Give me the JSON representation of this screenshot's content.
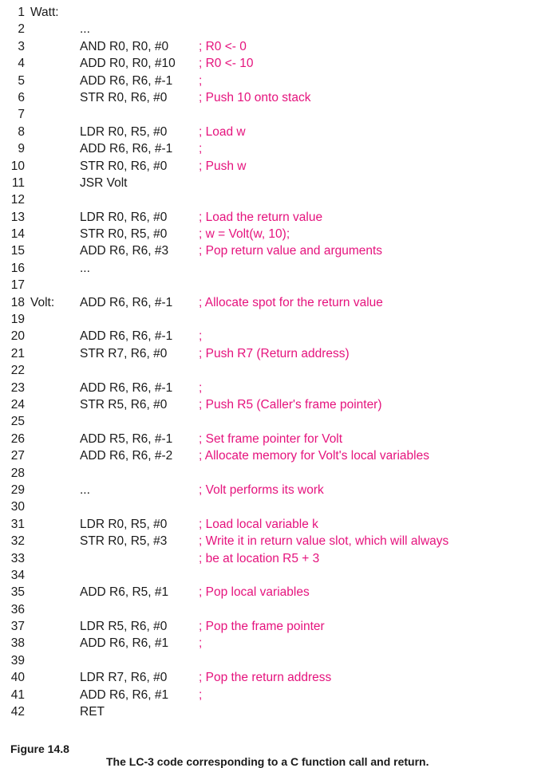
{
  "lines": [
    {
      "num": "1",
      "label": "Watt:",
      "instr": "",
      "comment": ""
    },
    {
      "num": "2",
      "label": "",
      "instr": "...",
      "comment": ""
    },
    {
      "num": "3",
      "label": "",
      "instr": "AND R0, R0, #0",
      "comment": "; R0 <- 0"
    },
    {
      "num": "4",
      "label": "",
      "instr": "ADD R0, R0, #10",
      "comment": "; R0 <- 10"
    },
    {
      "num": "5",
      "label": "",
      "instr": "ADD R6, R6, #-1",
      "comment": ";"
    },
    {
      "num": "6",
      "label": "",
      "instr": "STR R0, R6, #0",
      "comment": "; Push 10 onto stack"
    },
    {
      "num": "7",
      "label": "",
      "instr": "",
      "comment": ""
    },
    {
      "num": "8",
      "label": "",
      "instr": "LDR R0, R5, #0",
      "comment": "; Load w"
    },
    {
      "num": "9",
      "label": "",
      "instr": "ADD R6, R6, #-1",
      "comment": ";"
    },
    {
      "num": "10",
      "label": "",
      "instr": "STR R0, R6, #0",
      "comment": "; Push w"
    },
    {
      "num": "11",
      "label": "",
      "instr": "JSR Volt",
      "comment": ""
    },
    {
      "num": "12",
      "label": "",
      "instr": "",
      "comment": ""
    },
    {
      "num": "13",
      "label": "",
      "instr": "LDR R0, R6, #0",
      "comment": "; Load the return value"
    },
    {
      "num": "14",
      "label": "",
      "instr": "STR R0, R5, #0",
      "comment": "; w = Volt(w, 10);"
    },
    {
      "num": "15",
      "label": "",
      "instr": "ADD R6, R6, #3",
      "comment": "; Pop return value and arguments"
    },
    {
      "num": "16",
      "label": "",
      "instr": "...",
      "comment": ""
    },
    {
      "num": "17",
      "label": "",
      "instr": "",
      "comment": ""
    },
    {
      "num": "18",
      "label": "Volt:",
      "instr": "ADD R6, R6, #-1",
      "comment": "; Allocate spot for the return value"
    },
    {
      "num": "19",
      "label": "",
      "instr": "",
      "comment": ""
    },
    {
      "num": "20",
      "label": "",
      "instr": "ADD R6, R6, #-1",
      "comment": ";"
    },
    {
      "num": "21",
      "label": "",
      "instr": "STR R7, R6, #0",
      "comment": "; Push R7 (Return address)"
    },
    {
      "num": "22",
      "label": "",
      "instr": "",
      "comment": ""
    },
    {
      "num": "23",
      "label": "",
      "instr": "ADD R6, R6, #-1",
      "comment": ";"
    },
    {
      "num": "24",
      "label": "",
      "instr": "STR R5, R6, #0",
      "comment": "; Push R5 (Caller's frame pointer)"
    },
    {
      "num": "25",
      "label": "",
      "instr": "",
      "comment": ""
    },
    {
      "num": "26",
      "label": "",
      "instr": "ADD R5, R6, #-1",
      "comment": "; Set frame pointer for Volt"
    },
    {
      "num": "27",
      "label": "",
      "instr": "ADD R6, R6, #-2",
      "comment": "; Allocate memory for Volt's local variables"
    },
    {
      "num": "28",
      "label": "",
      "instr": "",
      "comment": ""
    },
    {
      "num": "29",
      "label": "",
      "instr": "...",
      "comment": "; Volt performs its work"
    },
    {
      "num": "30",
      "label": "",
      "instr": "",
      "comment": ""
    },
    {
      "num": "31",
      "label": "",
      "instr": "LDR R0, R5, #0",
      "comment": "; Load local variable k"
    },
    {
      "num": "32",
      "label": "",
      "instr": "STR R0, R5, #3",
      "comment": "; Write it in return value slot, which will always"
    },
    {
      "num": "33",
      "label": "",
      "instr": "",
      "comment": "; be at location R5 + 3"
    },
    {
      "num": "34",
      "label": "",
      "instr": "",
      "comment": ""
    },
    {
      "num": "35",
      "label": "",
      "instr": "ADD R6, R5, #1",
      "comment": "; Pop local variables"
    },
    {
      "num": "36",
      "label": "",
      "instr": "",
      "comment": ""
    },
    {
      "num": "37",
      "label": "",
      "instr": "LDR R5, R6, #0",
      "comment": "; Pop the frame pointer"
    },
    {
      "num": "38",
      "label": "",
      "instr": "ADD R6, R6, #1",
      "comment": ";"
    },
    {
      "num": "39",
      "label": "",
      "instr": "",
      "comment": ""
    },
    {
      "num": "40",
      "label": "",
      "instr": "LDR R7, R6, #0",
      "comment": "; Pop the return address"
    },
    {
      "num": "41",
      "label": "",
      "instr": "ADD R6, R6, #1",
      "comment": ";"
    },
    {
      "num": "42",
      "label": "",
      "instr": "RET",
      "comment": ""
    }
  ],
  "caption": {
    "figure": "Figure 14.8",
    "text": "The LC-3 code corresponding to a C function call and return."
  },
  "colors": {
    "code": "#1a1a1a",
    "comment": "#e5137d"
  }
}
